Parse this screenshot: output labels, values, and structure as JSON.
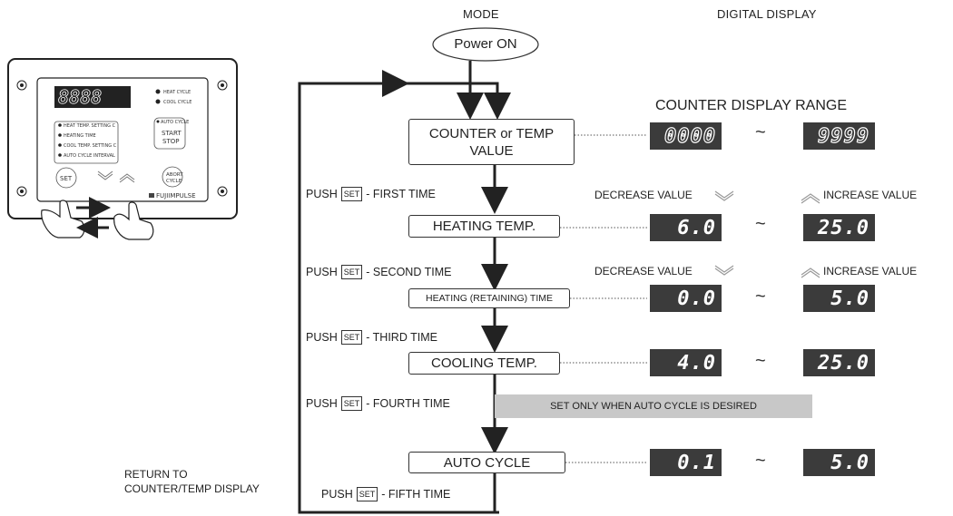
{
  "headers": {
    "mode": "MODE",
    "display": "DIGITAL DISPLAY"
  },
  "power_on": "Power ON",
  "counter_range_title": "COUNTER DISPLAY RANGE",
  "boxes": {
    "counter": "COUNTER or TEMP VALUE",
    "heating_temp": "HEATING TEMP.",
    "heating_time": "HEATING (RETAINING) TIME",
    "cooling_temp": "COOLING TEMP.",
    "auto_cycle": "AUTO CYCLE"
  },
  "push_steps": [
    {
      "prefix": "PUSH",
      "key": "SET",
      "suffix": "- FIRST TIME"
    },
    {
      "prefix": "PUSH",
      "key": "SET",
      "suffix": "- SECOND TIME"
    },
    {
      "prefix": "PUSH",
      "key": "SET",
      "suffix": "- THIRD TIME"
    },
    {
      "prefix": "PUSH",
      "key": "SET",
      "suffix": "- FOURTH TIME"
    },
    {
      "prefix": "PUSH",
      "key": "SET",
      "suffix": "- FIFTH TIME"
    }
  ],
  "decrease_label": "DECREASE VALUE",
  "increase_label": "INCREASE VALUE",
  "auto_cycle_note": "SET ONLY WHEN AUTO CYCLE IS DESIRED",
  "return_label": [
    "RETURN TO",
    "COUNTER/TEMP DISPLAY"
  ],
  "tilde": "~",
  "displays": {
    "counter": [
      "0000",
      "9999"
    ],
    "heating_temp": [
      "6.0",
      "25.0"
    ],
    "heating_time": [
      "0.0",
      "5.0"
    ],
    "cooling_temp": [
      "4.0",
      "25.0"
    ],
    "auto_cycle": [
      "0.1",
      "5.0"
    ]
  },
  "panel": {
    "display": "8888",
    "heat_cycle": "HEAT CYCLE",
    "cool_cycle": "COOL CYCLE",
    "heat_temp": "HEAT TEMP. SETTING C",
    "heating_time": "HEATING TIME",
    "cool_temp": "COOL TEMP. SETTING C",
    "auto_interval": "AUTO CYCLE INTERVAL",
    "auto_cycle": "AUTO CYCLE",
    "start": "START",
    "stop": "STOP",
    "set": "SET",
    "abort": "ABORT",
    "cycle": "CYCLE",
    "brand": "FUJIIMPULSE"
  }
}
